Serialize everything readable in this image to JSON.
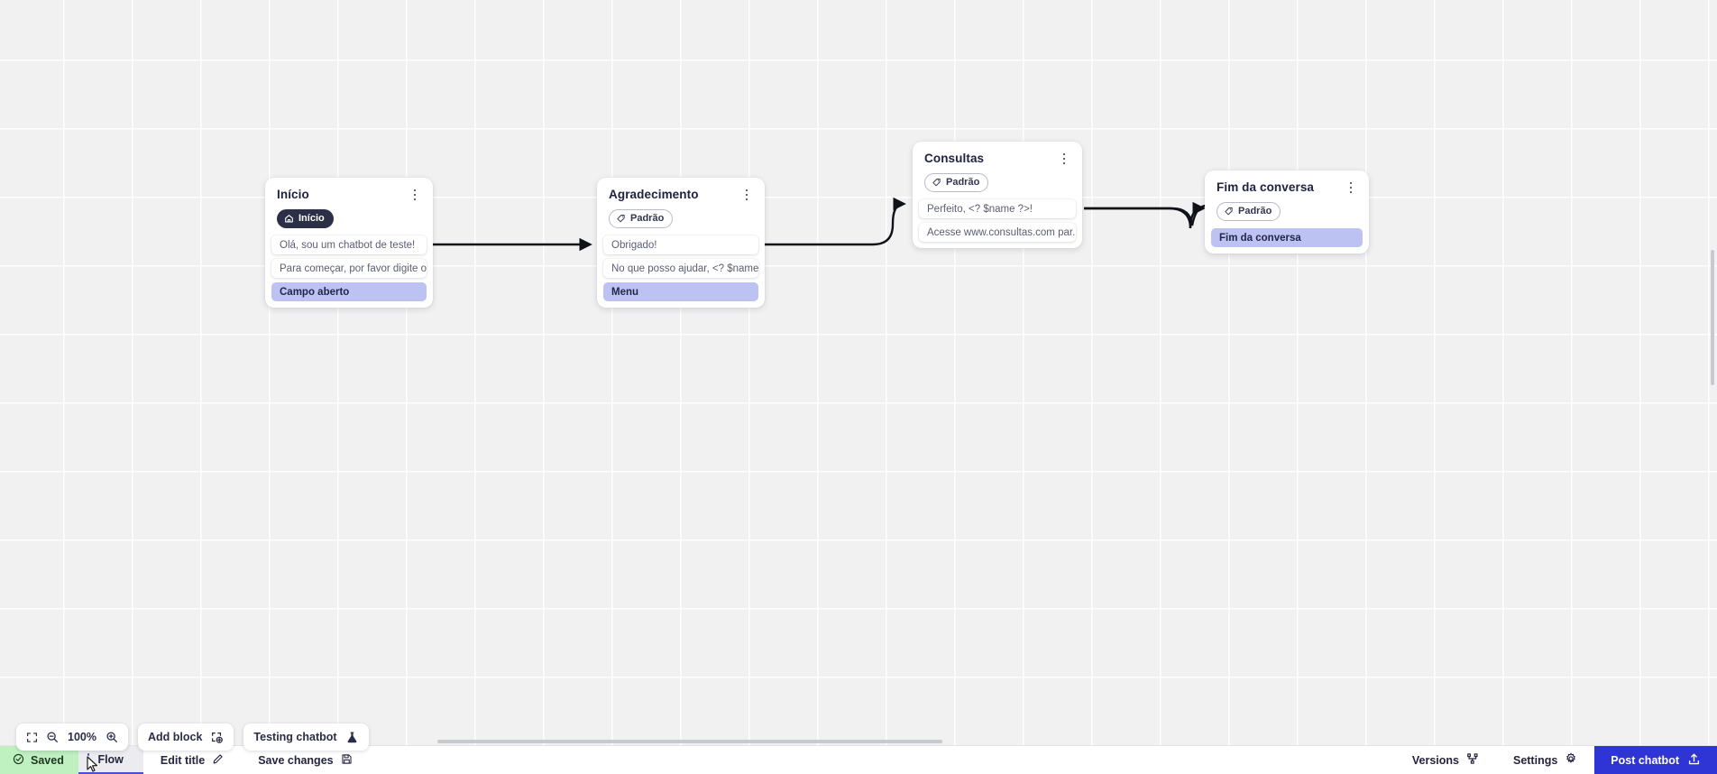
{
  "canvas": {
    "nodes": [
      {
        "id": "inicio",
        "title": "Início",
        "badge": {
          "label": "Início",
          "icon": "home-icon",
          "style": "dark"
        },
        "rows": [
          {
            "text": "Olá, sou um chatbot de teste!",
            "type": "message"
          },
          {
            "text": "Para começar, por favor digite o ...",
            "type": "message"
          },
          {
            "text": "Campo aberto",
            "type": "action"
          }
        ]
      },
      {
        "id": "agradecimento",
        "title": "Agradecimento",
        "badge": {
          "label": "Padrão",
          "icon": "tag-icon",
          "style": "outline"
        },
        "rows": [
          {
            "text": "Obrigado!",
            "type": "message"
          },
          {
            "text": "No que posso ajudar, <? $name ...",
            "type": "message"
          },
          {
            "text": "Menu",
            "type": "action"
          }
        ]
      },
      {
        "id": "consultas",
        "title": "Consultas",
        "badge": {
          "label": "Padrão",
          "icon": "tag-icon",
          "style": "outline"
        },
        "rows": [
          {
            "text": "Perfeito, <? $name ?>!",
            "type": "message"
          },
          {
            "text": "Acesse www.consultas.com par...",
            "type": "message"
          }
        ]
      },
      {
        "id": "fim",
        "title": "Fim da conversa",
        "badge": {
          "label": "Padrão",
          "icon": "tag-icon",
          "style": "outline"
        },
        "rows": [
          {
            "text": "Fim da conversa",
            "type": "action"
          }
        ]
      }
    ]
  },
  "toolbar": {
    "fit_icon": "fit-screen-icon",
    "zoom_out_icon": "zoom-out-icon",
    "zoom_level": "100%",
    "zoom_in_icon": "zoom-in-icon",
    "add_block_label": "Add block",
    "add_block_icon": "add-block-icon",
    "testing_label": "Testing chatbot",
    "testing_icon": "flask-icon"
  },
  "statusbar": {
    "saved_label": "Saved",
    "saved_icon": "check-circle-icon",
    "flow_tab_label": "Flow",
    "edit_title_label": "Edit title",
    "edit_title_icon": "pencil-icon",
    "save_changes_label": "Save changes",
    "save_changes_icon": "floppy-icon",
    "versions_label": "Versions",
    "versions_icon": "branch-icon",
    "settings_label": "Settings",
    "settings_icon": "gear-icon",
    "post_label": "Post chatbot",
    "post_icon": "upload-icon"
  },
  "colors": {
    "accent_blue": "#2f35d4",
    "action_row": "#bcc2f2",
    "saved_green": "#bff0c0",
    "badge_dark": "#2c3047"
  }
}
